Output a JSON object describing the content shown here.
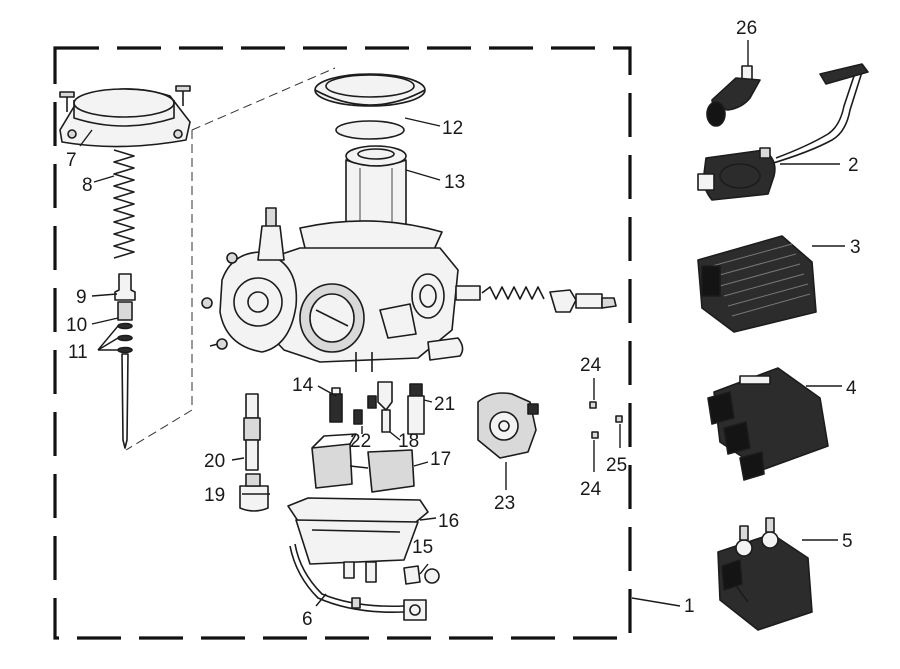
{
  "callouts": {
    "c1": "1",
    "c2": "2",
    "c3": "3",
    "c4": "4",
    "c5": "5",
    "c6": "6",
    "c7": "7",
    "c8": "8",
    "c9": "9",
    "c10": "10",
    "c11": "11",
    "c12": "12",
    "c13": "13",
    "c14": "14",
    "c15": "15",
    "c16": "16",
    "c17": "17",
    "c18": "18",
    "c19": "19",
    "c20": "20",
    "c21": "21",
    "c22": "22",
    "c23": "23",
    "c24a": "24",
    "c24b": "24",
    "c25": "25",
    "c26": "26"
  },
  "colors": {
    "line": "#1c1c1c",
    "part_fill": "#f3f3f3",
    "dark_part": "#2c2c2c",
    "background": "#ffffff"
  }
}
